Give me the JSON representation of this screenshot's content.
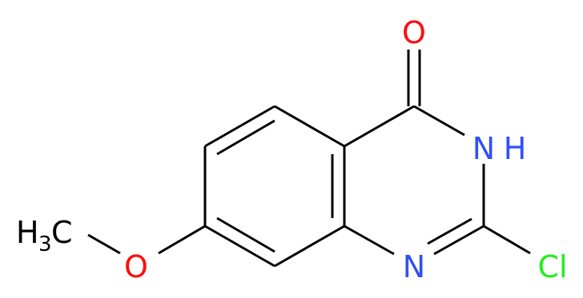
{
  "molecule": {
    "atoms": {
      "oxygen_carbonyl": {
        "symbol": "O",
        "color": "#ff0d0d"
      },
      "nitrogen_nh": {
        "symbol": "N",
        "hydrogen": "H",
        "color": "#3050f8"
      },
      "nitrogen_ring": {
        "symbol": "N",
        "color": "#3050f8"
      },
      "chlorine": {
        "symbol": "Cl",
        "color": "#1ff01f"
      },
      "oxygen_methoxy": {
        "symbol": "O",
        "color": "#ff0d0d"
      },
      "methyl": {
        "h": "H",
        "sub": "3",
        "c": "C",
        "color": "#000000"
      }
    },
    "bond_color": "#000000"
  }
}
